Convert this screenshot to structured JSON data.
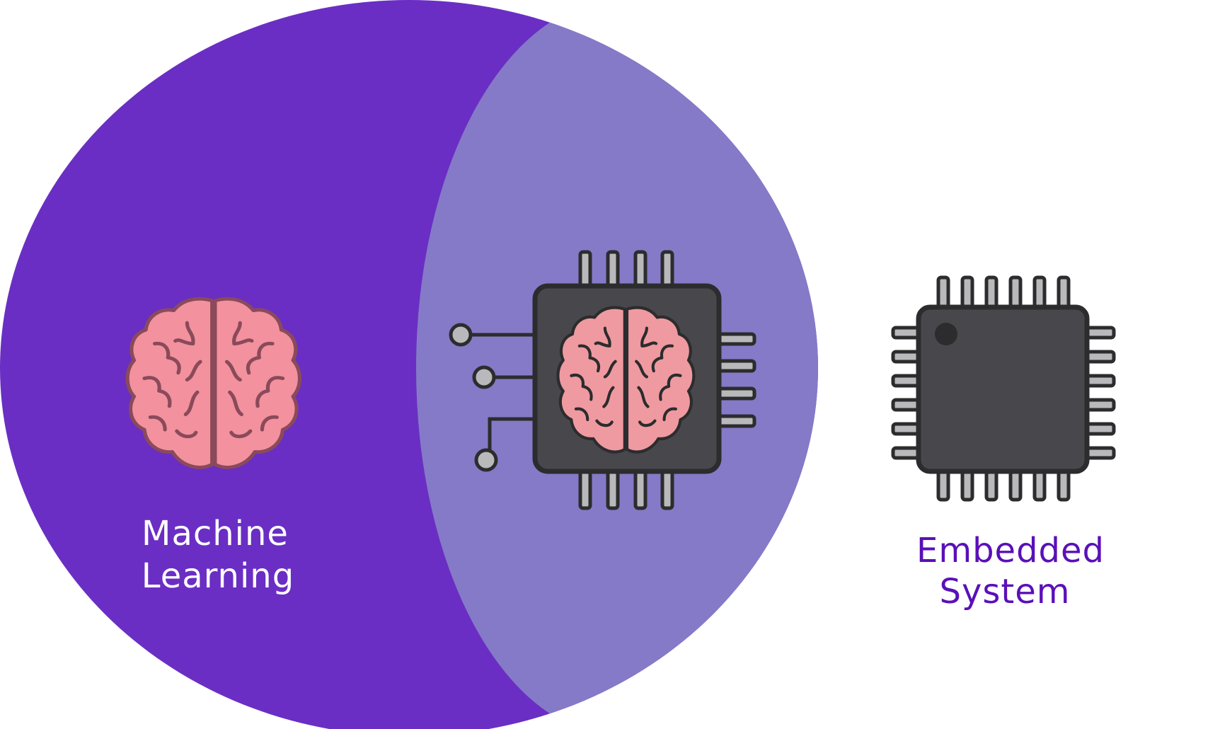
{
  "diagram": {
    "type": "venn",
    "left_set": {
      "label_line1": "Machine",
      "label_line2": "Learning",
      "icon": "brain-icon",
      "fill": "#6a2ec4",
      "text_color": "#ffffff"
    },
    "intersection": {
      "icon": "ai-chip-icon",
      "fill": "#857ac7"
    },
    "right_set": {
      "label_line1": "Embedded",
      "label_line2": "System",
      "icon": "microchip-icon",
      "text_color": "#5a10b8"
    }
  },
  "colors": {
    "brain_fill": "#f3919f",
    "brain_stroke": "#8a4a5a",
    "brain_on_chip_fill": "#ef9aa0",
    "chip_body": "#48484c",
    "chip_outline": "#2c2c2e",
    "chip_pin": "#b9b9bb"
  }
}
